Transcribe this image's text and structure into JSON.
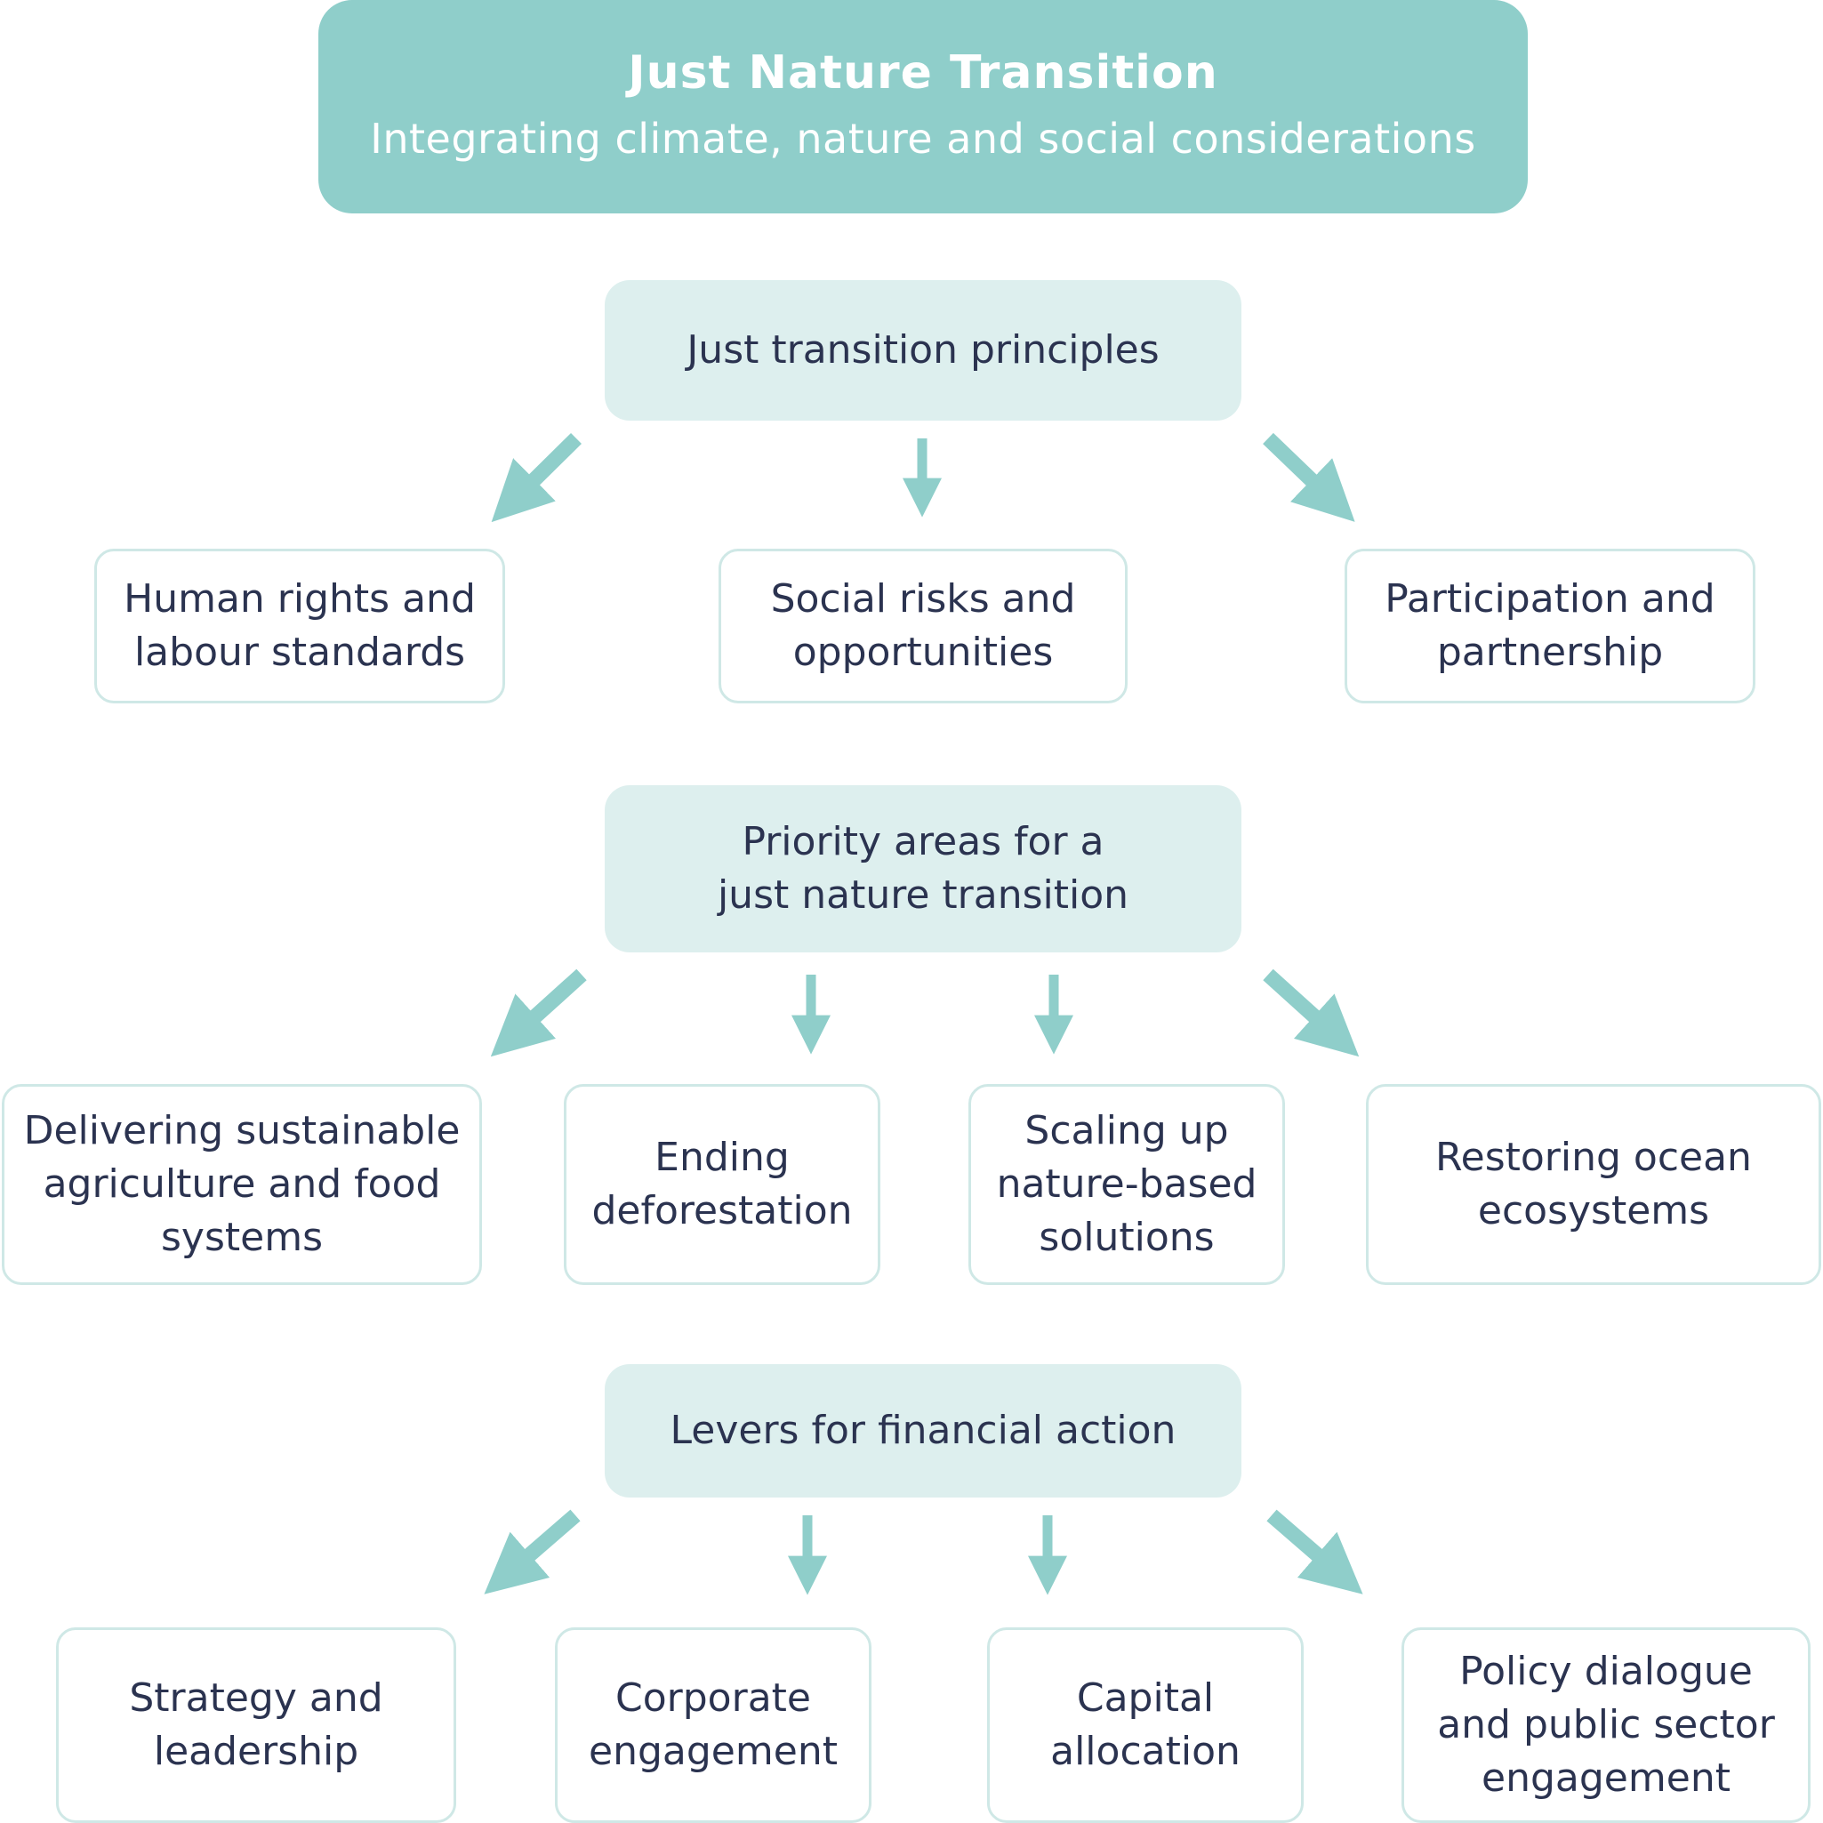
{
  "colors": {
    "title_bg": "#8fceca",
    "section_bg": "#ddefee",
    "item_border": "#cfe8e6",
    "arrow": "#8fceca",
    "text": "#2b3350"
  },
  "title": {
    "heading": "Just Nature Transition",
    "subheading": "Integrating climate, nature and social considerations"
  },
  "sections": [
    {
      "label_lines": [
        "Just transition principles"
      ],
      "items": [
        {
          "lines": [
            "Human rights and",
            "labour standards"
          ]
        },
        {
          "lines": [
            "Social risks and",
            "opportunities"
          ]
        },
        {
          "lines": [
            "Participation and",
            "partnership"
          ]
        }
      ]
    },
    {
      "label_lines": [
        "Priority areas for a",
        "just nature transition"
      ],
      "items": [
        {
          "lines": [
            "Delivering sustainable",
            "agriculture and food",
            "systems"
          ]
        },
        {
          "lines": [
            "Ending",
            "deforestation"
          ]
        },
        {
          "lines": [
            "Scaling up",
            "nature-based",
            "solutions"
          ]
        },
        {
          "lines": [
            "Restoring ocean",
            "ecosystems"
          ]
        }
      ]
    },
    {
      "label_lines": [
        "Levers for financial action"
      ],
      "items": [
        {
          "lines": [
            "Strategy and",
            "leadership"
          ]
        },
        {
          "lines": [
            "Corporate",
            "engagement"
          ]
        },
        {
          "lines": [
            "Capital",
            "allocation"
          ]
        },
        {
          "lines": [
            "Policy dialogue",
            "and public sector",
            "engagement"
          ]
        }
      ]
    }
  ]
}
